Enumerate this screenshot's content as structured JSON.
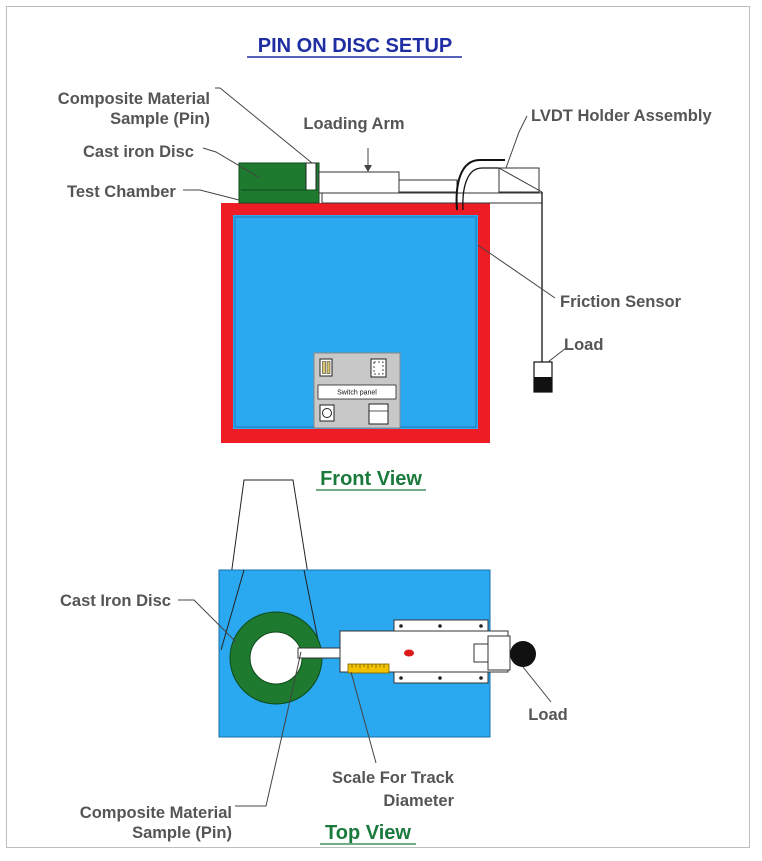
{
  "title": "PIN ON DISC SETUP",
  "colors": {
    "title": "#1f2fa3",
    "view_title": "#1a7a3c",
    "chamber_blue": "#2aa8f0",
    "chamber_red": "#ee1c25",
    "disc_green": "#1d7a2e",
    "panel_gray": "#c8c8c8",
    "scale_yellow": "#f2c200",
    "label_gray": "#555555"
  },
  "front_view": {
    "heading": "Front View",
    "labels": {
      "composite_pin_line1": "Composite Material",
      "composite_pin_line2": "Sample (Pin)",
      "loading_arm": "Loading Arm",
      "lvdt_holder": "LVDT Holder Assembly",
      "cast_iron_disc": "Cast iron Disc",
      "test_chamber": "Test Chamber",
      "friction_sensor": "Friction Sensor",
      "load": "Load"
    },
    "switch_panel": "Switch panel"
  },
  "top_view": {
    "heading": "Top View",
    "labels": {
      "cast_iron_disc": "Cast Iron Disc",
      "load": "Load",
      "scale_line1": "Scale For Track",
      "scale_line2": "Diameter",
      "composite_pin_line1": "Composite Material",
      "composite_pin_line2": "Sample (Pin)"
    }
  }
}
